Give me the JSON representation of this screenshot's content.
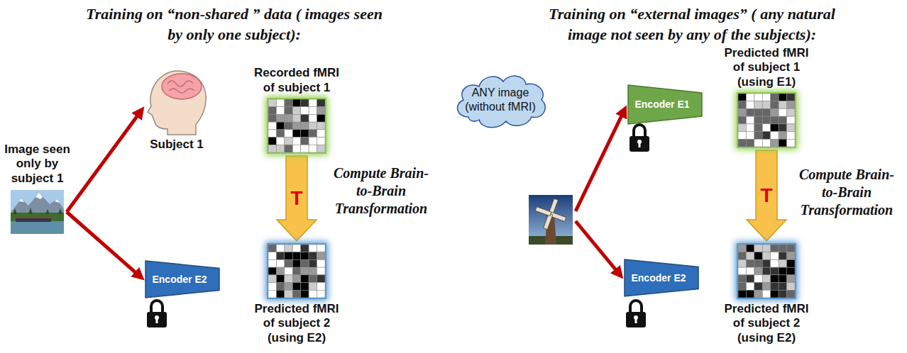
{
  "diagram": {
    "nodes": [
      {
        "text": [
          "Image seen only by subject 1"
        ]
      },
      {
        "text": [
          "Subject 1"
        ]
      },
      {
        "text": [
          "Recorded fMRI of subject 1"
        ]
      },
      {
        "text": [
          "Encoder E2"
        ]
      },
      {
        "text": [
          "Predicted fMRI of subject 2 (using E2)"
        ]
      },
      {
        "text": [
          "ANY image (without fMRI)"
        ]
      },
      {
        "text": [
          "Encoder E1"
        ]
      },
      {
        "text": [
          "Predicted fMRI of subject 1 (using E1)"
        ]
      },
      {
        "text": [
          "Encoder E2"
        ]
      },
      {
        "text": [
          "Predicted fMRI of subject 2 (using E2)"
        ]
      }
    ],
    "edges": [
      {
        "from": 0,
        "to": 1,
        "arrow": "to"
      },
      {
        "from": 0,
        "to": 3,
        "arrow": "to"
      },
      {
        "from": 2,
        "to": 4,
        "label": "T",
        "arrow": "to"
      },
      {
        "from": 7,
        "to": 9,
        "label": "T",
        "arrow": "to"
      }
    ],
    "labels": [
      "Training on “non-shared ” data ( images seen by only one subject):",
      "Training on “external images” ( any natural image not seen by any of the subjects):",
      "Compute Brain-to-Brain Transformation",
      "Compute Brain-to-Brain Transformation"
    ]
  }
}
